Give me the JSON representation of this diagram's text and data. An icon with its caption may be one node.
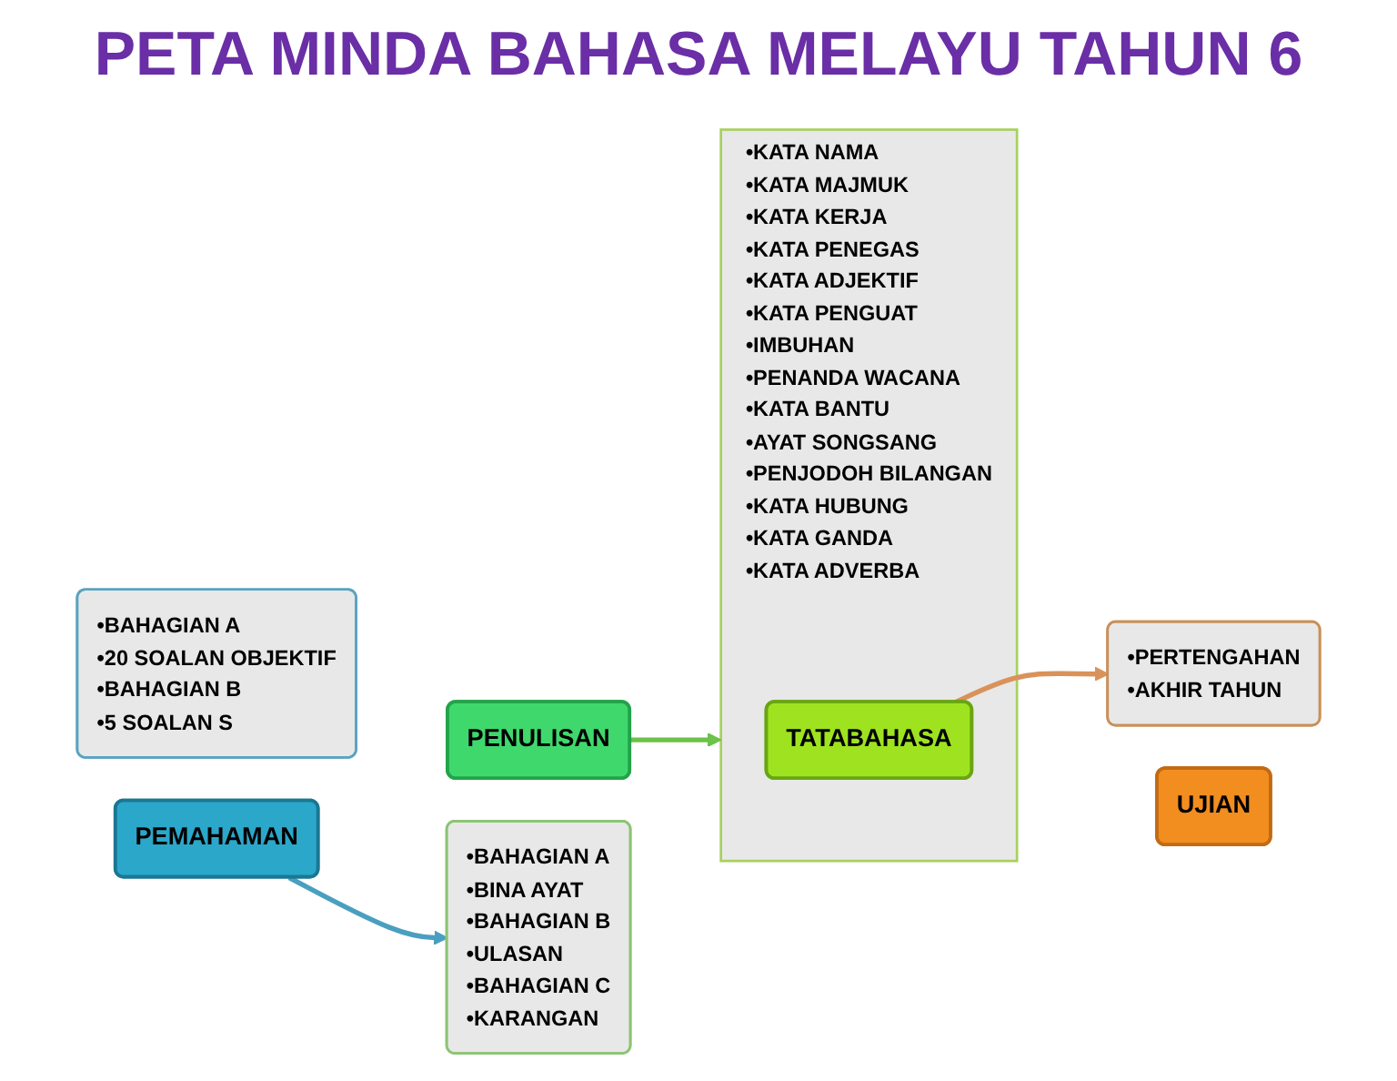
{
  "diagram": {
    "title": "PETA MINDA BAHASA MELAYU TAHUN 6",
    "nodes": [
      {
        "text": [
          "•BAHAGIAN A",
          "•20 SOALAN OBJEKTIF",
          "•BAHAGIAN B",
          "•5 SOALAN S"
        ]
      },
      {
        "text": [
          "PEMAHAMAN"
        ]
      },
      {
        "text": [
          "PENULISAN"
        ]
      },
      {
        "text": [
          "•BAHAGIAN A",
          "•BINA AYAT",
          "•BAHAGIAN B",
          "•ULASAN",
          "•BAHAGIAN C",
          "•KARANGAN"
        ]
      },
      {
        "text": [
          "•KATA NAMA",
          "•KATA MAJMUK",
          "•KATA KERJA",
          "•KATA PENEGAS",
          "•KATA ADJEKTIF",
          "•KATA PENGUAT",
          "•IMBUHAN",
          "•PENANDA WACANA",
          "•KATA BANTU",
          "•AYAT SONGSANG",
          "•PENJODOH BILANGAN",
          "•KATA HUBUNG",
          "•KATA GANDA",
          "•KATA ADVERBA"
        ]
      },
      {
        "text": [
          "TATABAHASA"
        ],
        "in": 4
      },
      {
        "text": [
          "UJIAN"
        ]
      },
      {
        "text": [
          "•PERTENGAHAN",
          "•AKHIR TAHUN"
        ]
      }
    ],
    "edges": [
      {
        "from": 1,
        "to": 3,
        "arrow": "to",
        "color": "#4a9fc0"
      },
      {
        "from": 2,
        "to": 4,
        "arrow": "to",
        "color": "#6cc24a"
      },
      {
        "from": 5,
        "to": 7,
        "arrow": "to",
        "color": "#d9925a"
      }
    ]
  }
}
